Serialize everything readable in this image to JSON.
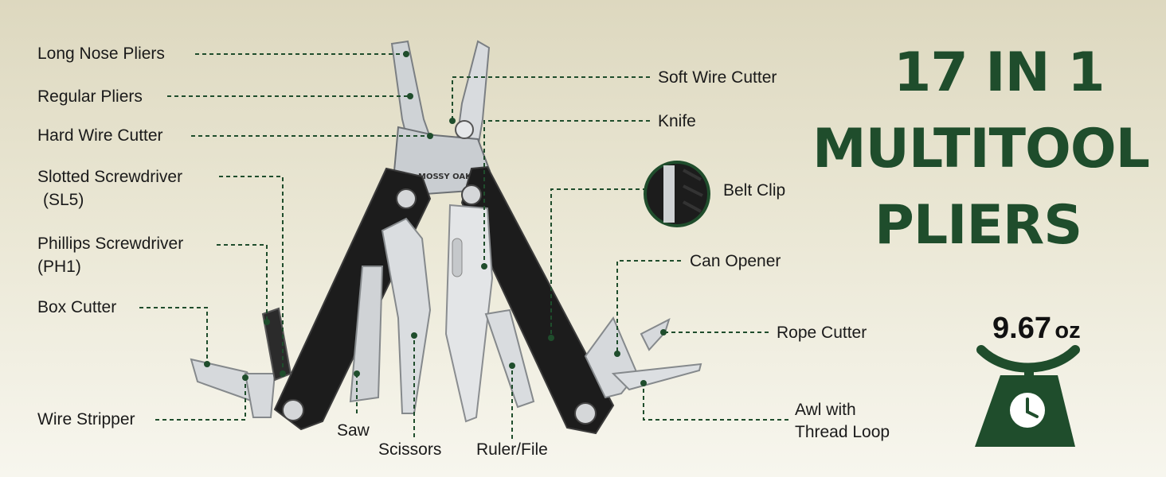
{
  "title": {
    "line1": "17 IN 1",
    "line2": "MULTITOOL",
    "line3": "PLIERS"
  },
  "brand": "MOSSY OAK",
  "weight": {
    "value": "9.67",
    "unit": "oz"
  },
  "colors": {
    "accent": "#1f4d2c",
    "handle": "#1c1c1c",
    "steel": "#cfd2d4"
  },
  "labels": {
    "long_nose_pliers": "Long Nose Pliers",
    "regular_pliers": "Regular Pliers",
    "hard_wire_cutter": "Hard Wire Cutter",
    "slotted_screwdriver": "Slotted Screwdriver",
    "slotted_screwdriver_size": "(SL5)",
    "phillips_screwdriver": "Phillips Screwdriver",
    "phillips_screwdriver_size": "(PH1)",
    "box_cutter": "Box Cutter",
    "wire_stripper": "Wire Stripper",
    "saw": "Saw",
    "scissors": "Scissors",
    "ruler_file": "Ruler/File",
    "soft_wire_cutter": "Soft Wire Cutter",
    "knife": "Knife",
    "belt_clip": "Belt Clip",
    "can_opener": "Can Opener",
    "rope_cutter": "Rope Cutter",
    "awl_line1": "Awl with",
    "awl_line2": "Thread Loop"
  },
  "icons": [
    "scale-icon",
    "clock-icon",
    "belt-clip-image",
    "multitool-image"
  ]
}
